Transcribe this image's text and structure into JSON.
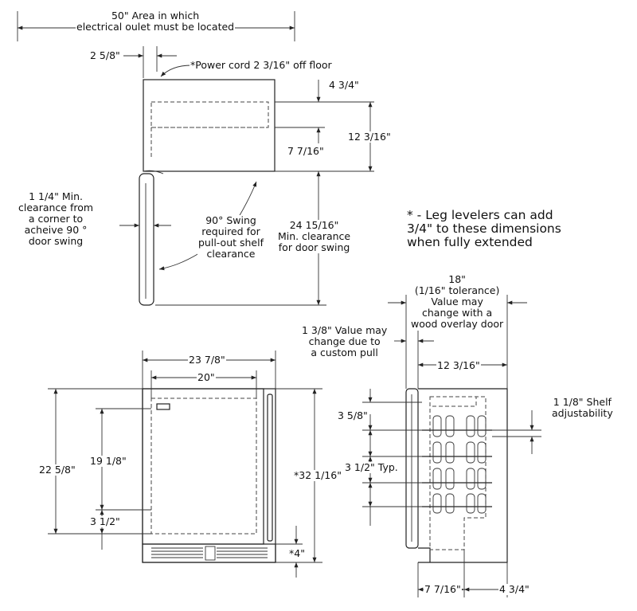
{
  "labels": {
    "outlet_area": "50\" Area in which\nelectrical oulet must be located",
    "cord_offset": "2 5/8\"",
    "power_cord": "*Power cord 2 3/16\" off floor",
    "dim_4_3_4_top": "4 3/4\"",
    "dim_12_3_16_top": "12 3/16\"",
    "dim_7_7_16_top": "7 7/16\"",
    "corner_clearance": "1 1/4\" Min.\nclearance from\na corner to\nacheive 90 °\ndoor swing",
    "swing_note": "90° Swing\nrequired for\npull-out shelf\nclearance",
    "door_swing_dim": "24 15/16\"\nMin. clearance\nfor door swing",
    "leg_note": "* - Leg levelers can add\n3/4\" to these dimensions\nwhen fully extended",
    "dim_18": "18\"\n(1/16\" tolerance)\nValue may\nchange with a\nwood overlay door",
    "pull_note": "1 3/8\" Value may\nchange due to\na custom pull",
    "dim_12_3_16_side": "12 3/16\"",
    "shelf_adjust": "1 1/8\" Shelf\nadjustability",
    "dim_3_5_8": "3 5/8\"",
    "dim_3_1_2_typ": "3 1/2\" Typ.",
    "dim_7_7_16_bottom": "7 7/16\"",
    "dim_4_3_4_bottom": "4 3/4\"",
    "dim_23_7_8": "23 7/8\"",
    "dim_20": "20\"",
    "dim_22_5_8": "22 5/8\"",
    "dim_19_1_8": "19 1/8\"",
    "dim_3_1_2_front": "3 1/2\"",
    "dim_32_1_16": "*32 1/16\"",
    "dim_4_front": "*4\""
  }
}
